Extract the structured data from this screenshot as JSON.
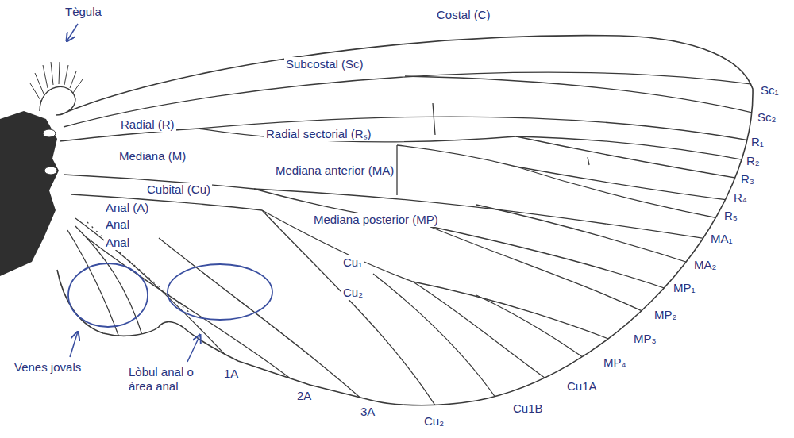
{
  "diagram": {
    "labels": [
      "Tègula",
      "Costal (C)",
      "Subcostal (Sc)",
      "Radial (R)",
      "Radial sectorial (Rₛ)",
      "Mediana (M)",
      "Mediana anterior (MA)",
      "Cubital (Cu)",
      "Mediana posterior (MP)",
      "Anal (A)",
      "Anal",
      "Anal",
      "Cu₁",
      "Cu₂",
      "Venes jovals",
      "Lòbul anal o àrea anal",
      "1A",
      "2A",
      "3A",
      "Cu₂",
      "Cu1B",
      "Cu1A",
      "MP₄",
      "MP₃",
      "MP₂",
      "MP₁",
      "MA₂",
      "MA₁",
      "R₅",
      "R₄",
      "R₃",
      "R₂",
      "R₁",
      "Sc₂",
      "Sc₁"
    ]
  }
}
